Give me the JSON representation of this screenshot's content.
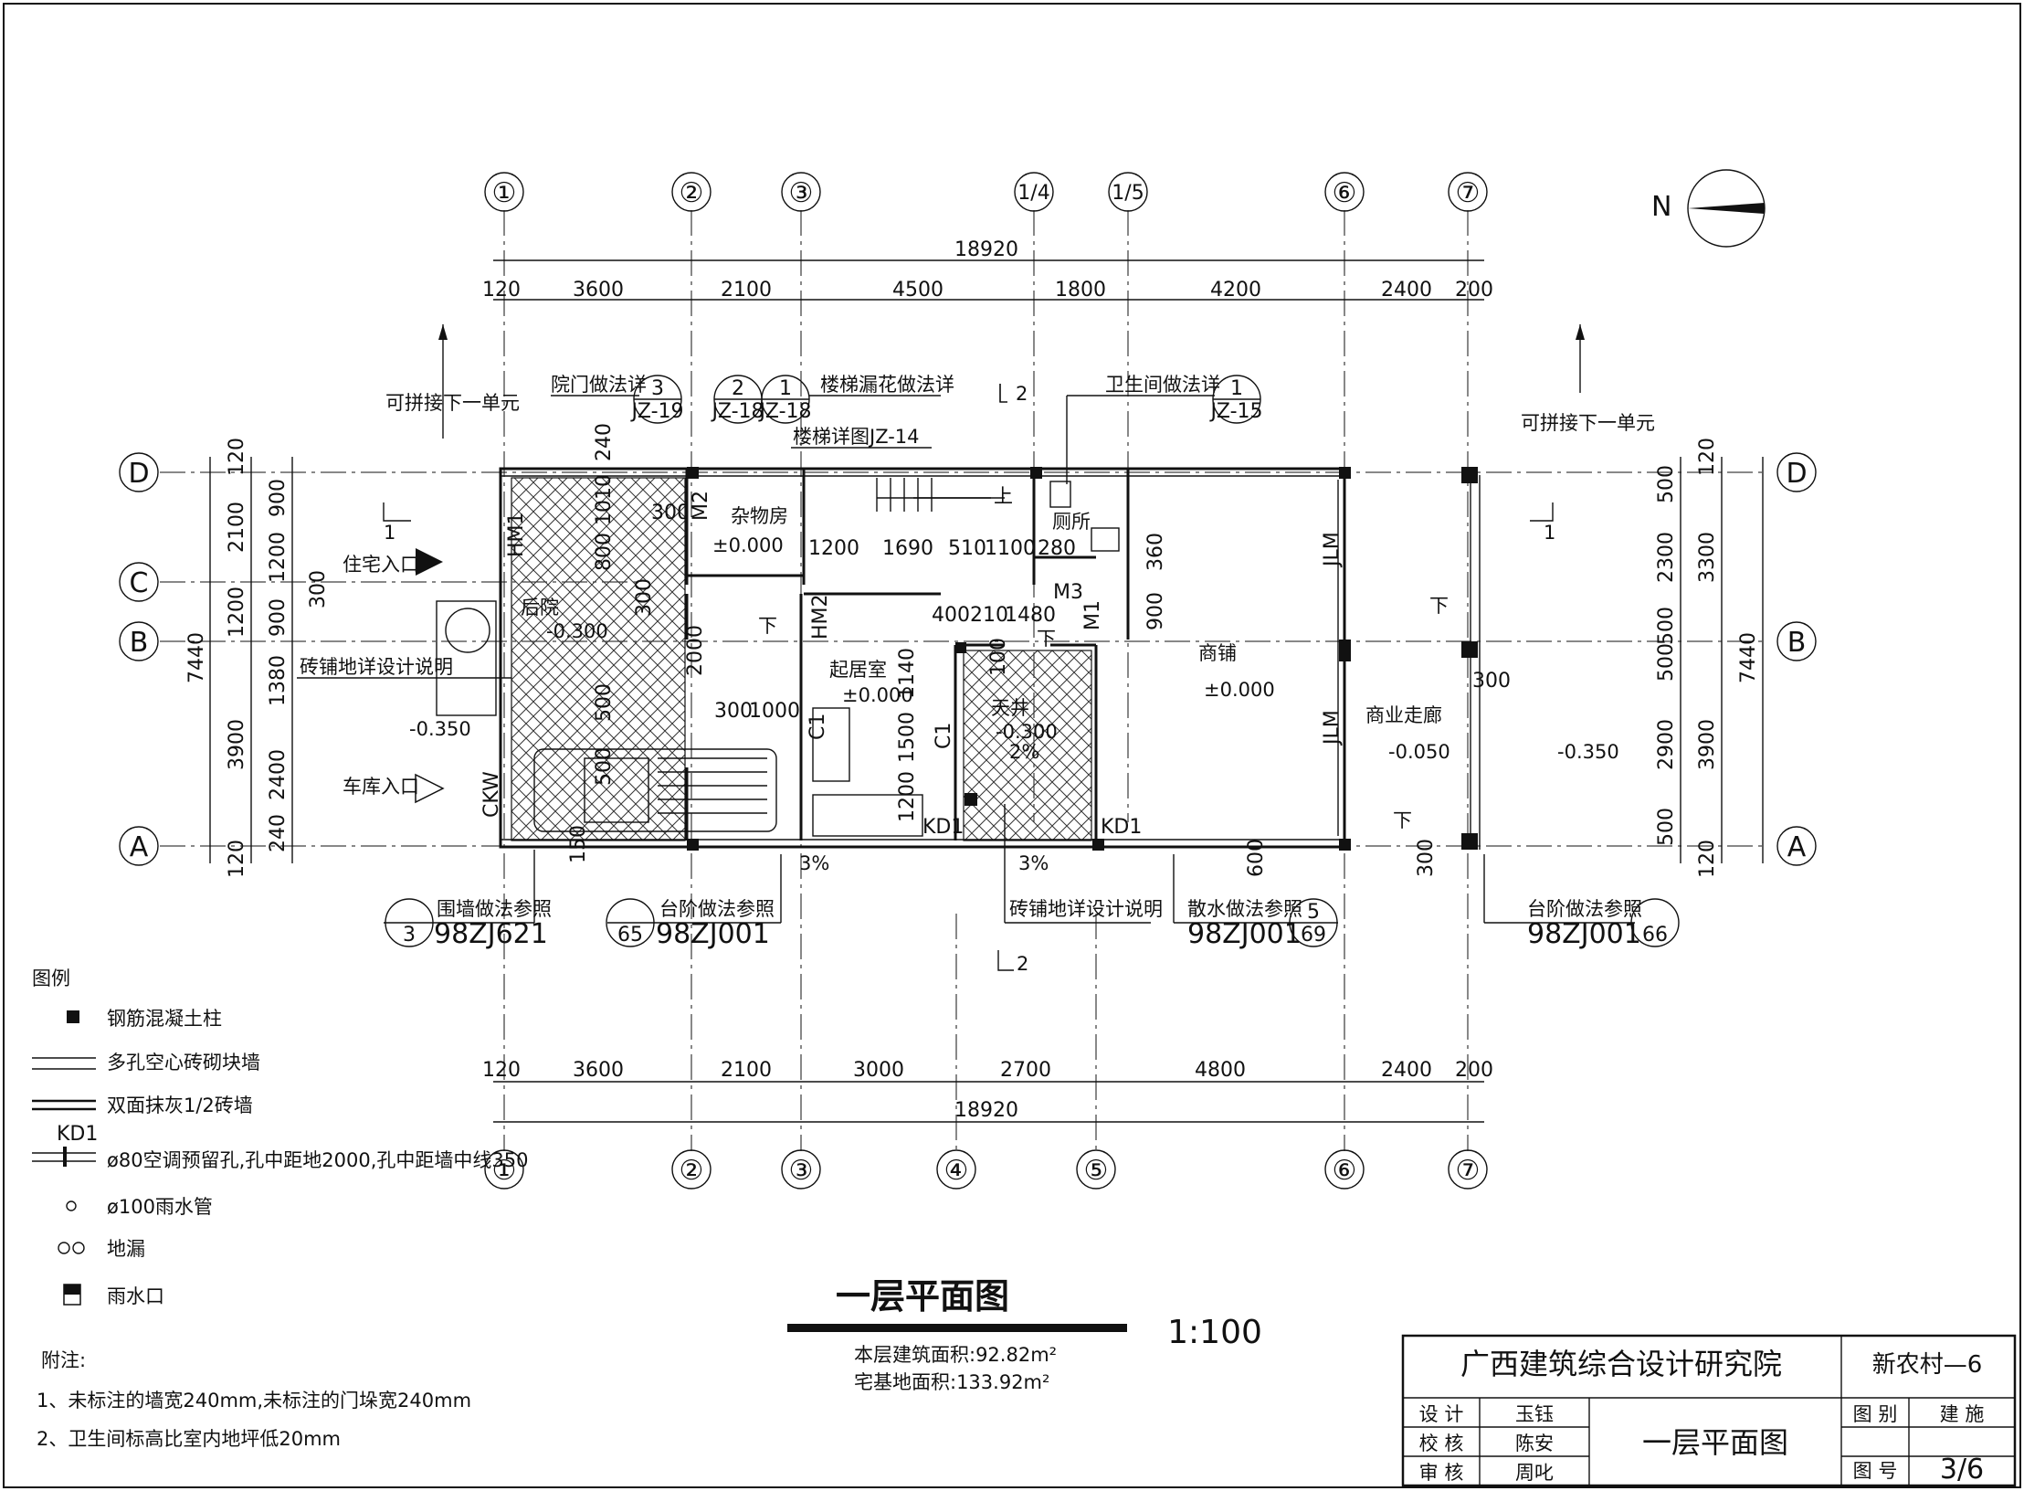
{
  "axes": {
    "top": [
      "①",
      "②",
      "③",
      "1/4",
      "1/5",
      "⑥",
      "⑦"
    ],
    "bottom": [
      "①",
      "②",
      "③",
      "④",
      "⑤",
      "⑥",
      "⑦"
    ],
    "rows": [
      "D",
      "C",
      "B",
      "A"
    ]
  },
  "dims": {
    "top_total": "18920",
    "top_parts": [
      "120",
      "3600",
      "2100",
      "4500",
      "1800",
      "4200",
      "2400",
      "200"
    ],
    "bottom_total": "18920",
    "bottom_parts": [
      "120",
      "3600",
      "2100",
      "3000",
      "2700",
      "4800",
      "2400",
      "200"
    ],
    "left_total": "7440",
    "left_outer": [
      "120",
      "2100",
      "1200",
      "3900",
      "120"
    ],
    "left_inner": [
      "900",
      "1200",
      "900",
      "1380",
      "2400",
      "240"
    ],
    "left_small": "300",
    "right_total": "7440",
    "right_outer": [
      "120",
      "3300",
      "3900",
      "120"
    ],
    "right_inner": [
      "500",
      "2300",
      "500",
      "500",
      "2900",
      "500"
    ],
    "interior": [
      "240",
      "300",
      "1010",
      "800",
      "300",
      "2000",
      "300",
      "1000",
      "500",
      "500",
      "1200",
      "1690",
      "510",
      "1100",
      "280",
      "400",
      "210",
      "1480",
      "360",
      "900",
      "100",
      "1140",
      "1500",
      "1200",
      "300",
      "600",
      "300",
      "150"
    ]
  },
  "rooms": {
    "storage": "杂物房",
    "storage_elev": "±0.000",
    "toilet": "厕所",
    "backyard": "后院",
    "backyard_elev": "-0.300",
    "living": "起居室",
    "living_elev": "±0.000",
    "patio": "天井",
    "patio_elev": "-0.300",
    "patio_slope": "2%",
    "shop": "商铺",
    "shop_elev": "±0.000",
    "corridor": "商业走廊",
    "corridor_elev": "-0.050",
    "outside_elev_left": "-0.350",
    "outside_elev_right": "-0.350",
    "slope_a": "3%",
    "slope_b": "3%",
    "up": "上",
    "down": "下"
  },
  "doors": {
    "hm1": "HM1",
    "m2": "M2",
    "hm2": "HM2",
    "m3": "M3",
    "m1": "M1",
    "c1a": "C1",
    "c1b": "C1",
    "ckw": "CKW",
    "jlm1": "JLM",
    "jlm2": "JLM",
    "kd1a": "KD1",
    "kd1b": "KD1"
  },
  "notes_top": {
    "connect_left": "可拼接下一单元",
    "connect_right": "可拼接下一单元",
    "yard_gate": "院门做法详",
    "yard_gate_ref": [
      "3",
      "JZ-19"
    ],
    "stair_rail": "楼梯漏花做法详",
    "stair_rail_ref1": [
      "2",
      "JZ-18"
    ],
    "stair_rail_ref2": [
      "1",
      "JZ-18"
    ],
    "stair_detail": "楼梯详图JZ-14",
    "toilet_detail": "卫生间做法详",
    "toilet_ref": [
      "1",
      "JZ-15"
    ],
    "section2": "2",
    "section1_left": "1",
    "section1_right": "1",
    "residence_entry": "住宅入口",
    "garage_entry": "车库入口",
    "tile_note_left": "砖铺地详设计说明"
  },
  "notes_bottom": {
    "wall_ref": "围墙做法参照",
    "wall_ref_code": "98ZJ621",
    "wall_ref_num": "3",
    "step_ref": "台阶做法参照",
    "step_ref_code": "98ZJ001",
    "step_ref_num": "65",
    "tile_ref": "砖铺地详设计说明",
    "apron_ref": "散水做法参照",
    "apron_ref_code": "98ZJ001",
    "apron_ref_num": [
      "5",
      "69"
    ],
    "step_ref2": "台阶做法参照",
    "step_ref2_code": "98ZJ001",
    "step_ref2_num": "66",
    "section2": "2"
  },
  "legend": {
    "title": "图例",
    "items": [
      "钢筋混凝土柱",
      "多孔空心砖砌块墙",
      "双面抹灰1/2砖墙",
      "ø80空调预留孔,孔中距地2000,孔中距墙中线350",
      "ø100雨水管",
      "地漏",
      "雨水口"
    ],
    "kd1": "KD1"
  },
  "notes": {
    "title": "附注:",
    "items": [
      "1、未标注的墙宽240mm,未标注的门垛宽240mm",
      "2、卫生间标高比室内地坪低20mm"
    ]
  },
  "drawing": {
    "title": "一层平面图",
    "scale": "1:100",
    "area_building": "本层建筑面积:92.82m²",
    "area_site": "宅基地面积:133.92m²",
    "north": "N"
  },
  "title_block": {
    "institute": "广西建筑综合设计研究院",
    "project": "新农村—6",
    "design_label": "设 计",
    "design_name": "玉钰",
    "check_label": "校 核",
    "check_name": "陈安",
    "review_label": "审 核",
    "review_name": "周叱",
    "sheet_title": "一层平面图",
    "category_label": "图 别",
    "category_value": "建 施",
    "number_label": "图 号",
    "number_value": "3/6"
  }
}
